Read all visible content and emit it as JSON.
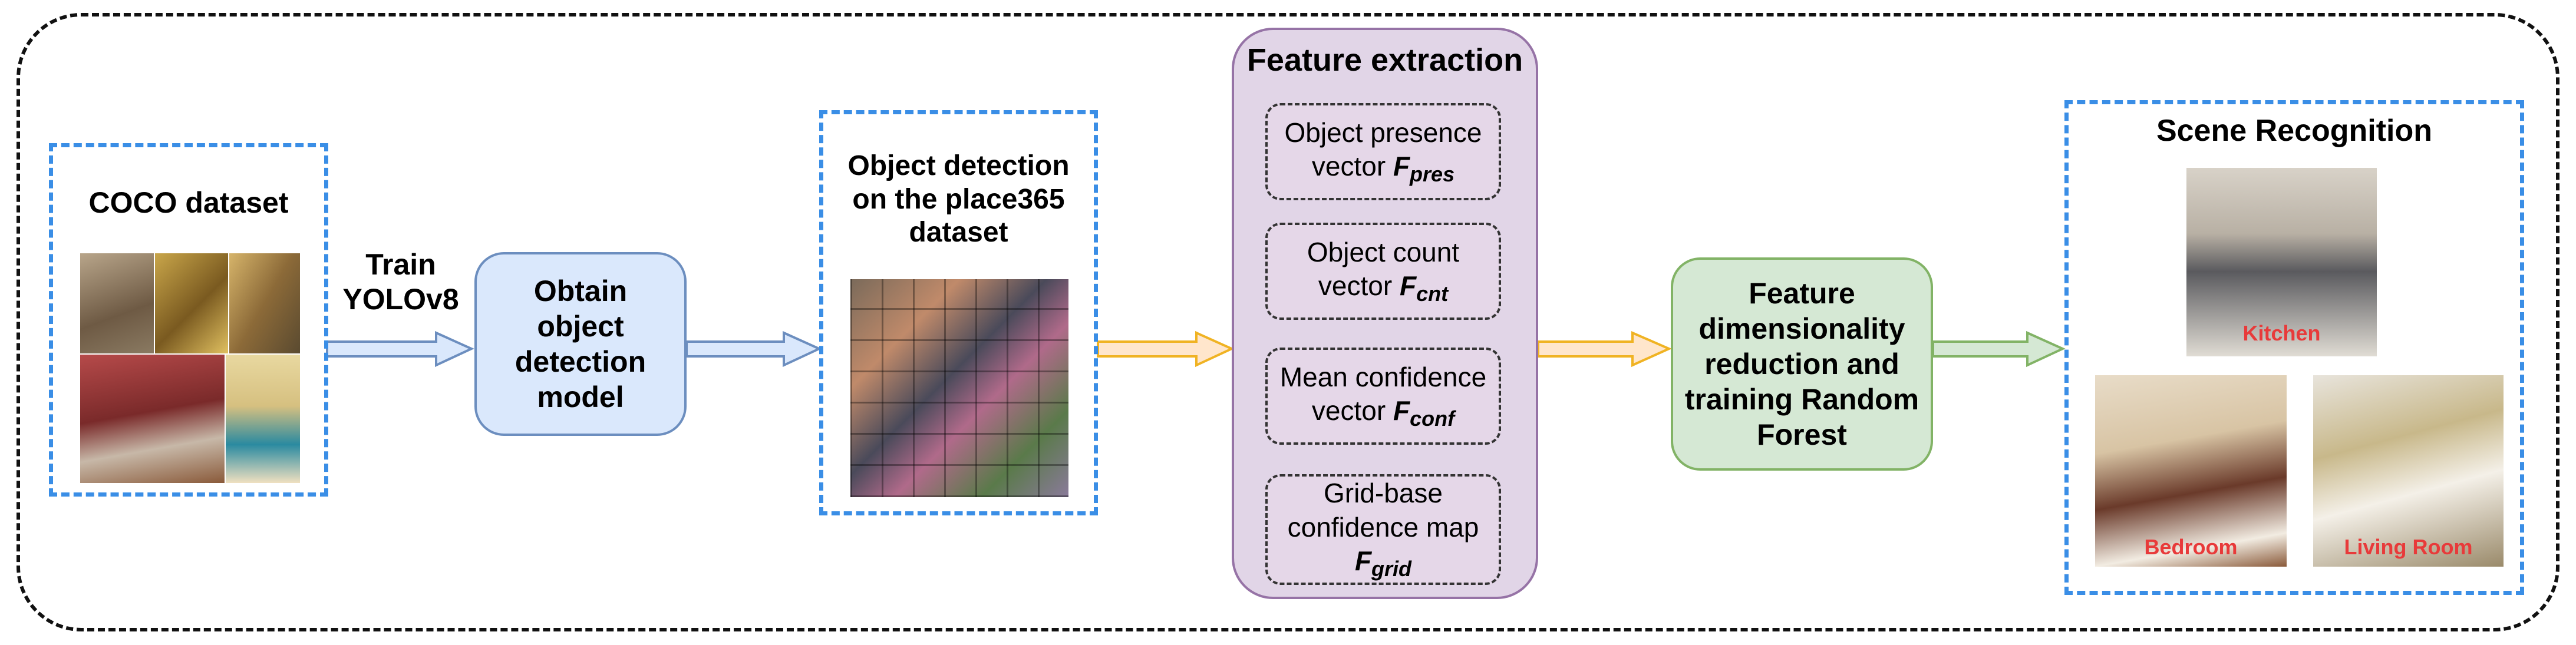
{
  "coco": {
    "title": "COCO dataset"
  },
  "train_label": {
    "line1": "Train",
    "line2": "YOLOv8"
  },
  "obtain_model": {
    "label": "Obtain object detection model"
  },
  "object_detection": {
    "title": "Object detection on the place365 dataset"
  },
  "feature_extraction": {
    "title": "Feature extraction",
    "items": [
      {
        "line1": "Object presence",
        "line2": "vector",
        "symbol": "F",
        "sub": "pres"
      },
      {
        "line1": "Object count",
        "line2": "vector",
        "symbol": "F",
        "sub": "cnt"
      },
      {
        "line1": "Mean confidence",
        "line2": "vector",
        "symbol": "F",
        "sub": "conf"
      },
      {
        "line1": "Grid-base",
        "line2": "confidence map",
        "symbol": "F",
        "sub": "grid"
      }
    ]
  },
  "rf_box": {
    "label": "Feature dimensionality reduction and training Random Forest"
  },
  "scene": {
    "title": "Scene Recognition",
    "labels": {
      "kitchen": "Kitchen",
      "bedroom": "Bedroom",
      "living_room": "Living Room"
    }
  },
  "colors": {
    "blue_box_fill": "#dae8fc",
    "blue_box_border": "#6c8ebf",
    "purple_fill": "#e1d5e7",
    "purple_border": "#9673a6",
    "green_fill": "#d5e8d4",
    "green_border": "#82b366",
    "dash_blue": "#3a8ee6",
    "arrow_blue": "#6c8ebf",
    "arrow_orange": "#f0b323",
    "arrow_green": "#82b366",
    "scene_label": "#e83a3a"
  }
}
